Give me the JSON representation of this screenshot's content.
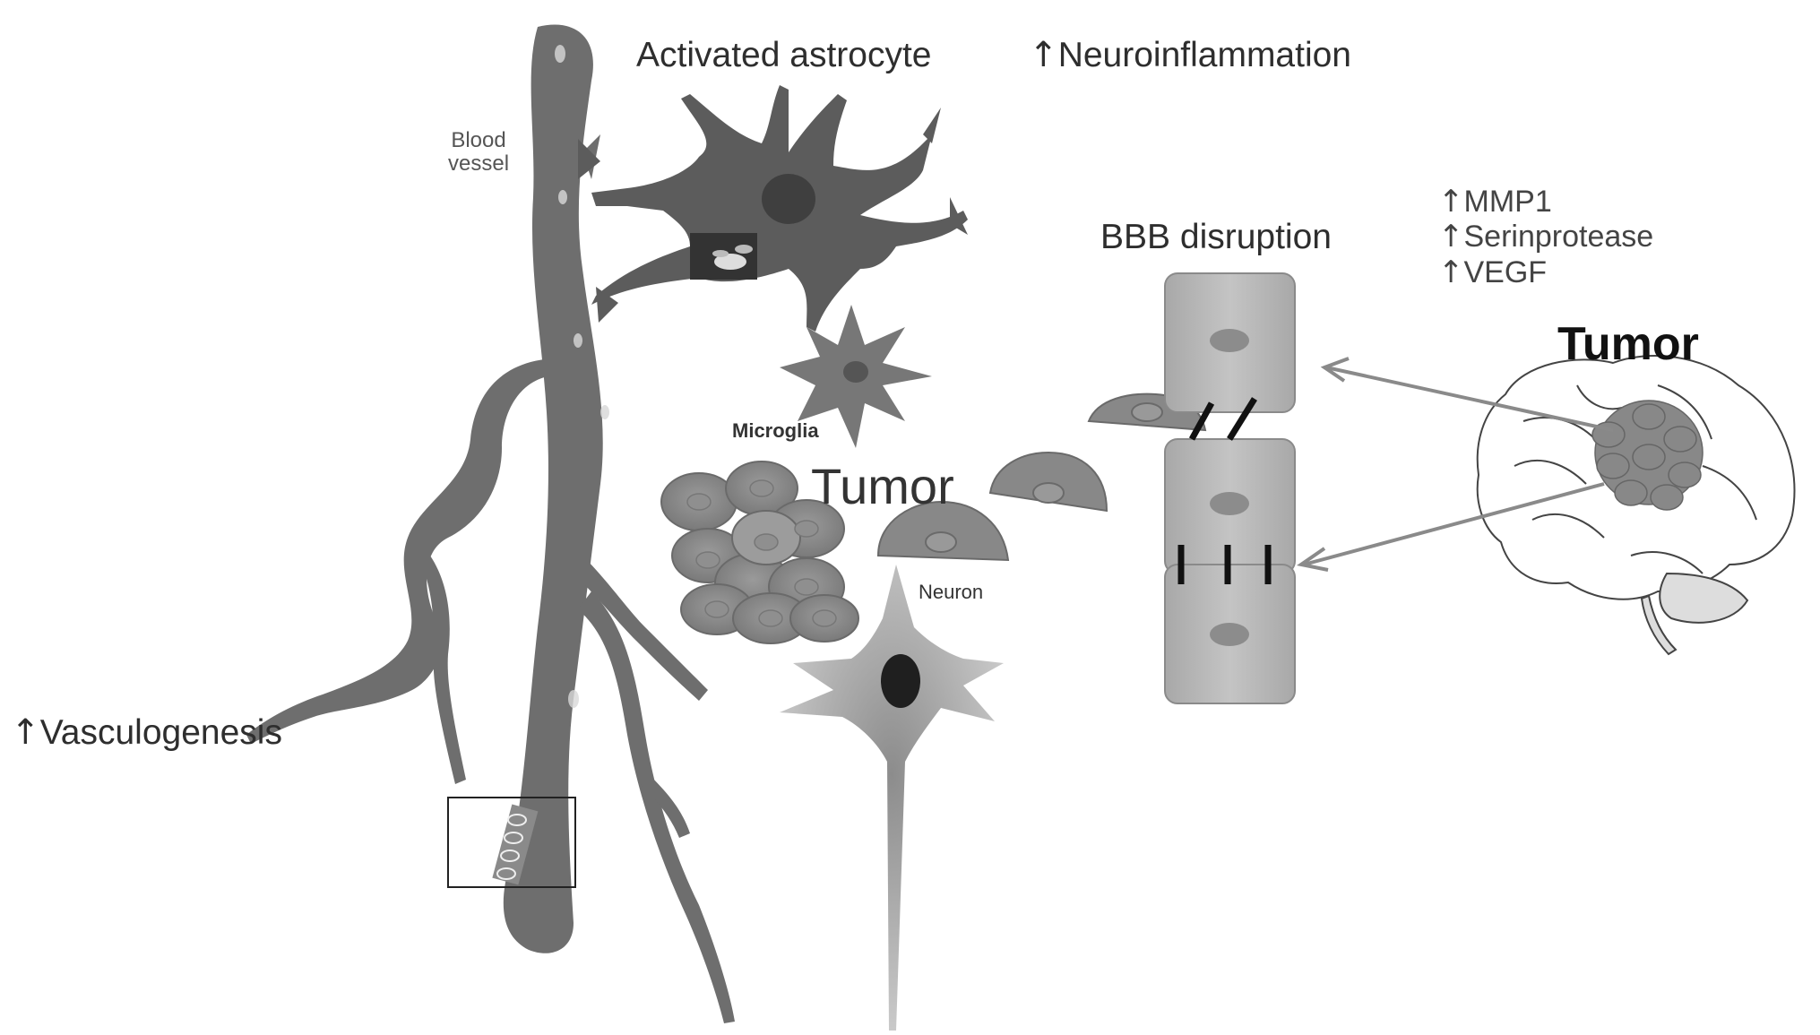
{
  "labels": {
    "activated_astrocyte": "Activated astrocyte",
    "neuroinflammation": "Neuroinflammation",
    "blood_vessel_line1": "Blood",
    "blood_vessel_line2": "vessel",
    "bbb_disruption": "BBB disruption",
    "mmp1": "MMP1",
    "serinprotease": "Serinprotease",
    "vegf": "VEGF",
    "tumor_brain": "Tumor",
    "tumor_center": "Tumor",
    "microglia": "Microglia",
    "neuron": "Neuron",
    "vasculogenesis": "Vasculogenesis",
    "up_arrow": "↑"
  },
  "colors": {
    "vessel": "#6e6e6e",
    "astrocyte": "#5c5c5c",
    "cell": "#808080",
    "bbb_cell": "#b4b4b4",
    "arrow": "#8a8a8a"
  }
}
